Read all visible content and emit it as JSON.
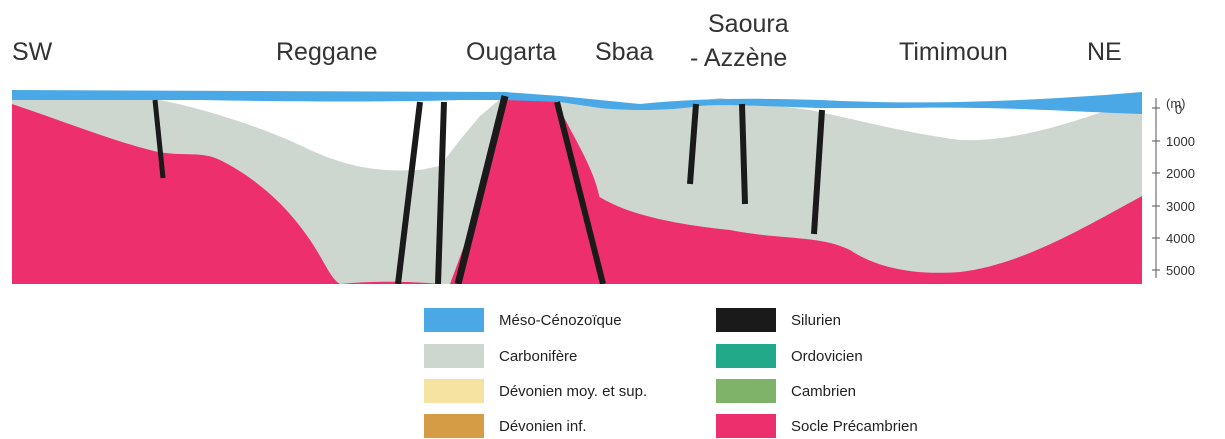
{
  "regions": {
    "sw": "SW",
    "reggane": "Reggane",
    "ougarta": "Ougarta",
    "sbaa": "Sbaa",
    "saoura_line1": "Saoura",
    "saoura_line2": "- Azzène",
    "timimoun": "Timimoun",
    "ne": "NE"
  },
  "depth_axis": {
    "unit": "(m)",
    "ticks": [
      "0",
      "1000",
      "2000",
      "3000",
      "4000",
      "5000"
    ]
  },
  "colors": {
    "meso_cenozoique": "#4aa8e6",
    "carbonifere": "#cdd7d0",
    "devonien_moy_sup": "#f6e3a2",
    "devonien_inf": "#d59b45",
    "silurien": "#1a1a1a",
    "ordovicien": "#22a98a",
    "cambrien": "#7fb36a",
    "socle": "#ee2f6e"
  },
  "legend": {
    "meso_cenozoique": "Méso-Cénozoïque",
    "carbonifere": "Carbonifère",
    "devonien_moy_sup": "Dévonien moy. et sup.",
    "devonien_inf": "Dévonien inf.",
    "silurien": "Silurien",
    "ordovicien": "Ordovicien",
    "cambrien": "Cambrien",
    "socle": "Socle Précambrien"
  }
}
